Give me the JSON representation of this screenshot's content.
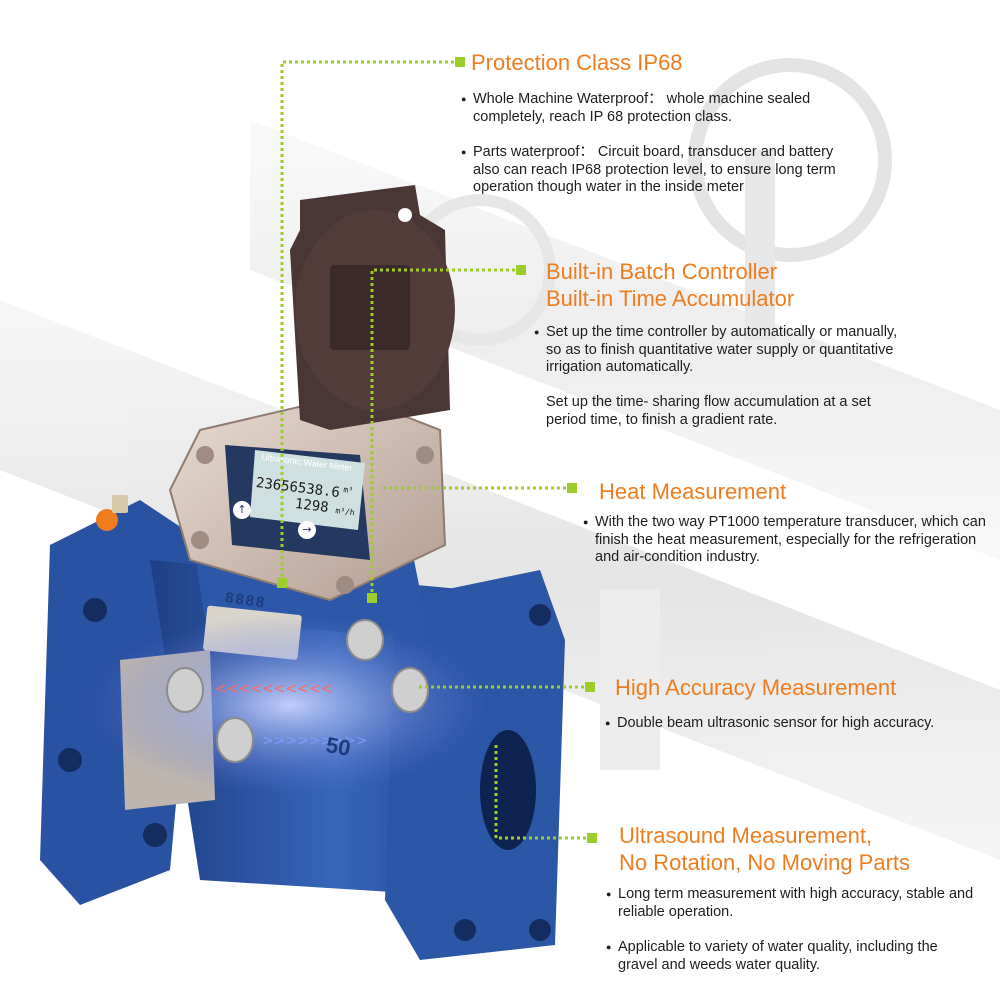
{
  "sections": [
    {
      "heading": "Protection Class IP68",
      "bullets": [
        "Whole Machine Waterproof： whole machine sealed completely, reach IP 68 protection class.",
        "Parts waterproof： Circuit board, transducer and battery also can reach IP68 protection level, to ensure long term operation though water in the inside meter"
      ]
    },
    {
      "heading": "Built-in Batch Controller",
      "heading2": "Built-in Time Accumulator",
      "bullets": [
        "Set up the time controller by automatically or manually, so as to finish quantitative water supply or quantitative irrigation automatically.",
        "Set up the time- sharing flow accumulation at a set period time, to finish a gradient rate."
      ]
    },
    {
      "heading": "Heat Measurement",
      "bullets": [
        "With the two way PT1000 temperature transducer, which can finish the heat measurement, especially for the refrigeration and air-condition industry."
      ]
    },
    {
      "heading": "High Accuracy Measurement",
      "bullets": [
        "Double beam ultrasonic sensor for high accuracy."
      ]
    },
    {
      "heading": "Ultrasound Measurement,",
      "heading2": "No Rotation, No Moving Parts",
      "bullets": [
        "Long term measurement with high accuracy, stable and reliable operation.",
        "Applicable to variety of water quality, including the gravel and weeds water quality."
      ]
    }
  ],
  "meter": {
    "display_title": "Ultrasonic Water Meter",
    "reading_total": "23656538.6",
    "reading_flow": "1298",
    "unit_total": "m³",
    "unit_flow": "m³/h",
    "body_marking": "8888",
    "size_marking": "50"
  },
  "colors": {
    "heading": "#ee7d1f",
    "leader_line": "#9ccd2a",
    "meter_body": "#2c56a6",
    "lid": "#4a3634",
    "lcd": "#cfe0e0"
  }
}
